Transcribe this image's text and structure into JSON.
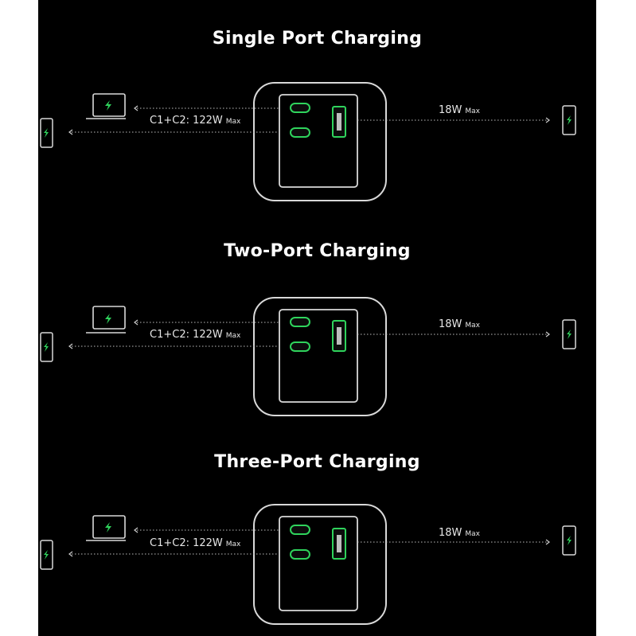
{
  "accent_color": "#2fd35c",
  "sections": [
    {
      "title": "Single Port Charging",
      "c1c2_label": "C1+C2: 122W",
      "c1c2_unit": "Max",
      "usba_label": "18W",
      "usba_unit": "Max"
    },
    {
      "title": "Two-Port Charging",
      "c1c2_label": "C1+C2: 122W",
      "c1c2_unit": "Max",
      "usba_label": "18W",
      "usba_unit": "Max"
    },
    {
      "title": "Three-Port Charging",
      "c1c2_label": "C1+C2: 122W",
      "c1c2_unit": "Max",
      "usba_label": "18W",
      "usba_unit": "Max"
    }
  ],
  "icons": {
    "laptop": "laptop-icon",
    "phone": "phone-icon",
    "bolt": "lightning-bolt-icon",
    "usb_c": "usb-c-port-icon",
    "usb_a": "usb-a-port-icon"
  }
}
